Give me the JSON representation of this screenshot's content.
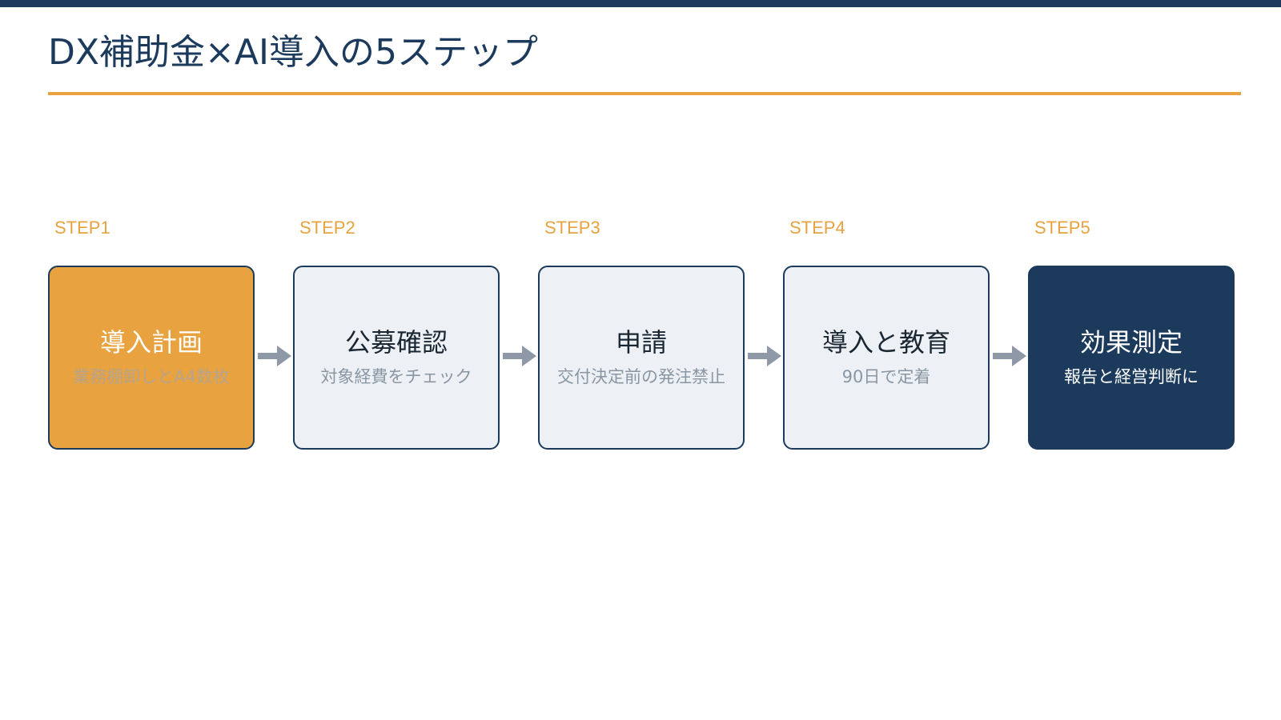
{
  "header": {
    "title": "DX補助金×AI導入の5ステップ",
    "accent_color": "#e8a23f",
    "brand_color": "#1b3a5c"
  },
  "steps": [
    {
      "label": "STEP1",
      "title": "導入計画",
      "desc": "業務棚卸しとA4数枚",
      "style": "orange"
    },
    {
      "label": "STEP2",
      "title": "公募確認",
      "desc": "対象経費をチェック",
      "style": "light"
    },
    {
      "label": "STEP3",
      "title": "申請",
      "desc": "交付決定前の発注禁止",
      "style": "light"
    },
    {
      "label": "STEP4",
      "title": "導入と教育",
      "desc": "90日で定着",
      "style": "light"
    },
    {
      "label": "STEP5",
      "title": "効果測定",
      "desc": "報告と経営判断に",
      "style": "dark"
    }
  ],
  "connector_icon": "arrow-right-icon"
}
